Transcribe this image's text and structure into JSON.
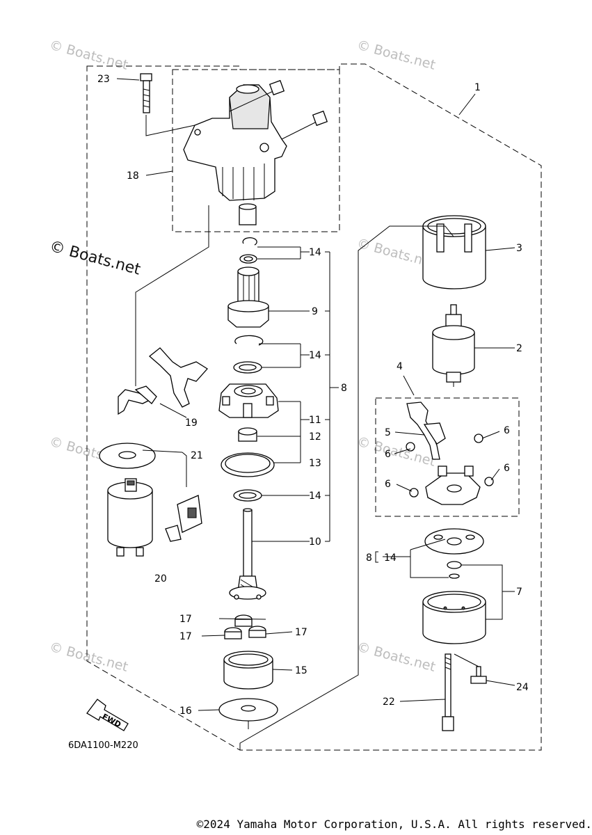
{
  "callouts": {
    "c1": "1",
    "c2": "2",
    "c3": "3",
    "c4": "4",
    "c5": "5",
    "c6": "6",
    "c7": "7",
    "c8": "8",
    "c9": "9",
    "c10": "10",
    "c11": "11",
    "c12": "12",
    "c13": "13",
    "c14": "14",
    "c15": "15",
    "c16": "16",
    "c17": "17",
    "c18": "18",
    "c19": "19",
    "c20": "20",
    "c21": "21",
    "c22": "22",
    "c23": "23",
    "c24": "24"
  },
  "diagram_code": "6DA1100-M220",
  "fwd_label": "FWD",
  "watermark": "© Boats.net",
  "copyright": "©2024 Yamaha Motor Corporation, U.S.A. All rights reserved."
}
